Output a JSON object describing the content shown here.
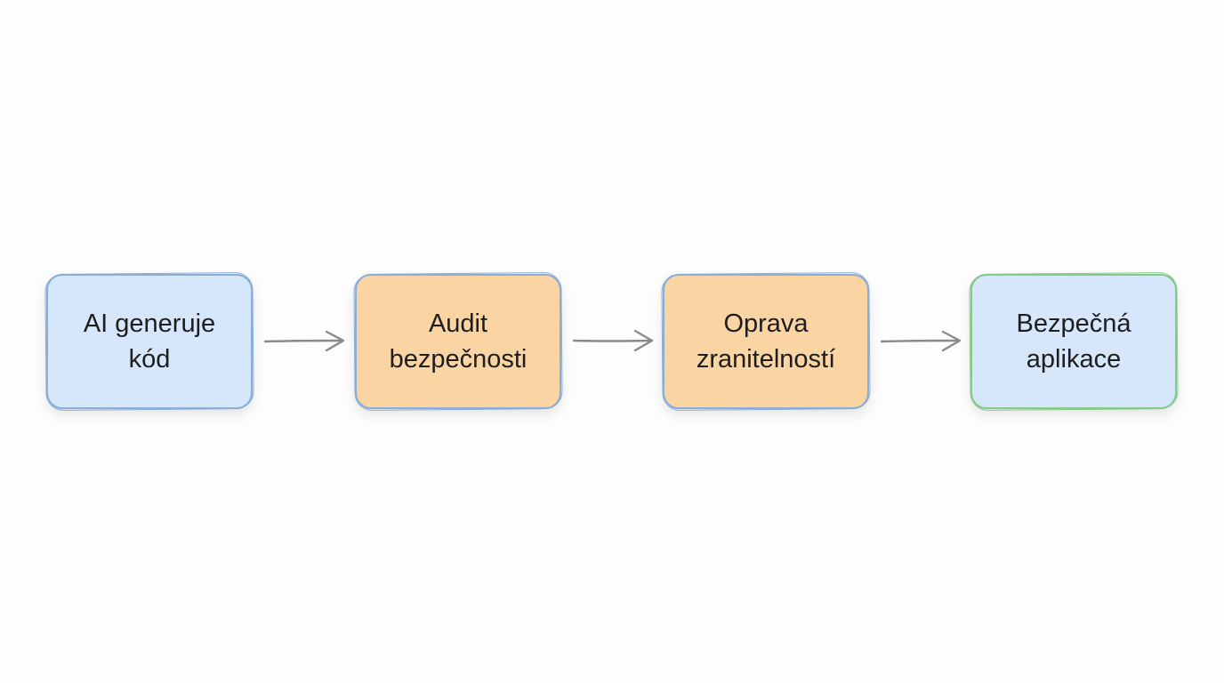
{
  "nodes": [
    {
      "line1": "AI generuje",
      "line2": "kód",
      "fill": "#d6e6fb",
      "border": "#8aaed6"
    },
    {
      "line1": "Audit",
      "line2": "bezpečnosti",
      "fill": "#fbd4a4",
      "border": "#8aaed6"
    },
    {
      "line1": "Oprava",
      "line2": "zranitelností",
      "fill": "#fbd4a4",
      "border": "#8aaed6"
    },
    {
      "line1": "Bezpečná",
      "line2": "aplikace",
      "fill": "#d6e6fb",
      "border": "#86c98a"
    }
  ],
  "arrow_color": "#8a8a8a"
}
